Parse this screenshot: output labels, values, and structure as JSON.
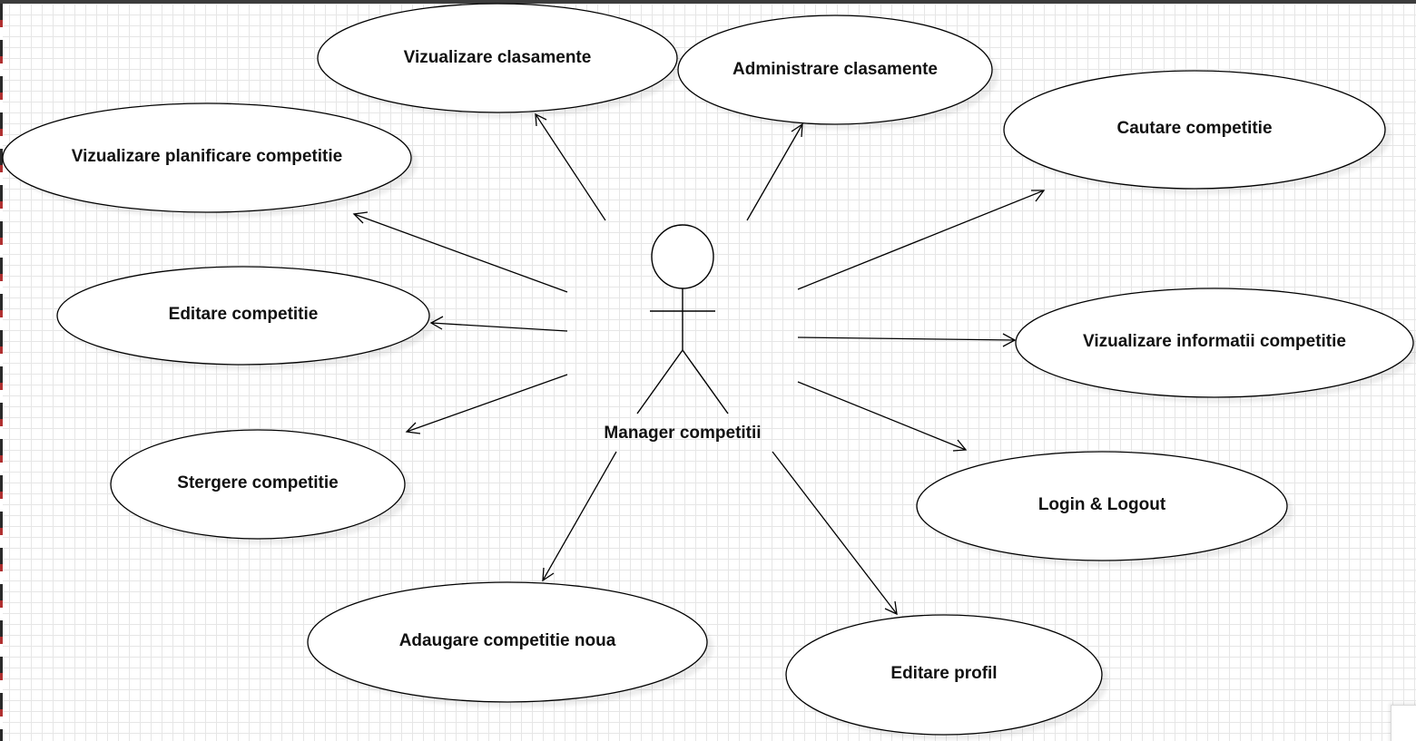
{
  "diagram": {
    "type": "use-case",
    "actor": {
      "name": "Manager competitii"
    },
    "use_cases": [
      "Vizualizare clasamente",
      "Administrare clasamente",
      "Cautare competitie",
      "Vizualizare planificare competitie",
      "Editare competitie",
      "Stergere competitie",
      "Adaugare competitie noua",
      "Vizualizare informatii competitie",
      "Login & Logout",
      "Editare profil"
    ],
    "associations": [
      {
        "from": "Manager competitii",
        "to": "Vizualizare clasamente"
      },
      {
        "from": "Manager competitii",
        "to": "Administrare clasamente"
      },
      {
        "from": "Manager competitii",
        "to": "Cautare competitie"
      },
      {
        "from": "Manager competitii",
        "to": "Vizualizare planificare competitie"
      },
      {
        "from": "Manager competitii",
        "to": "Editare competitie"
      },
      {
        "from": "Manager competitii",
        "to": "Stergere competitie"
      },
      {
        "from": "Manager competitii",
        "to": "Adaugare competitie noua"
      },
      {
        "from": "Manager competitii",
        "to": "Vizualizare informatii competitie"
      },
      {
        "from": "Manager competitii",
        "to": "Login & Logout"
      },
      {
        "from": "Manager competitii",
        "to": "Editare profil"
      }
    ]
  },
  "colors": {
    "grid": "#e6e6e6",
    "stroke": "#000000",
    "fill": "#ffffff"
  }
}
